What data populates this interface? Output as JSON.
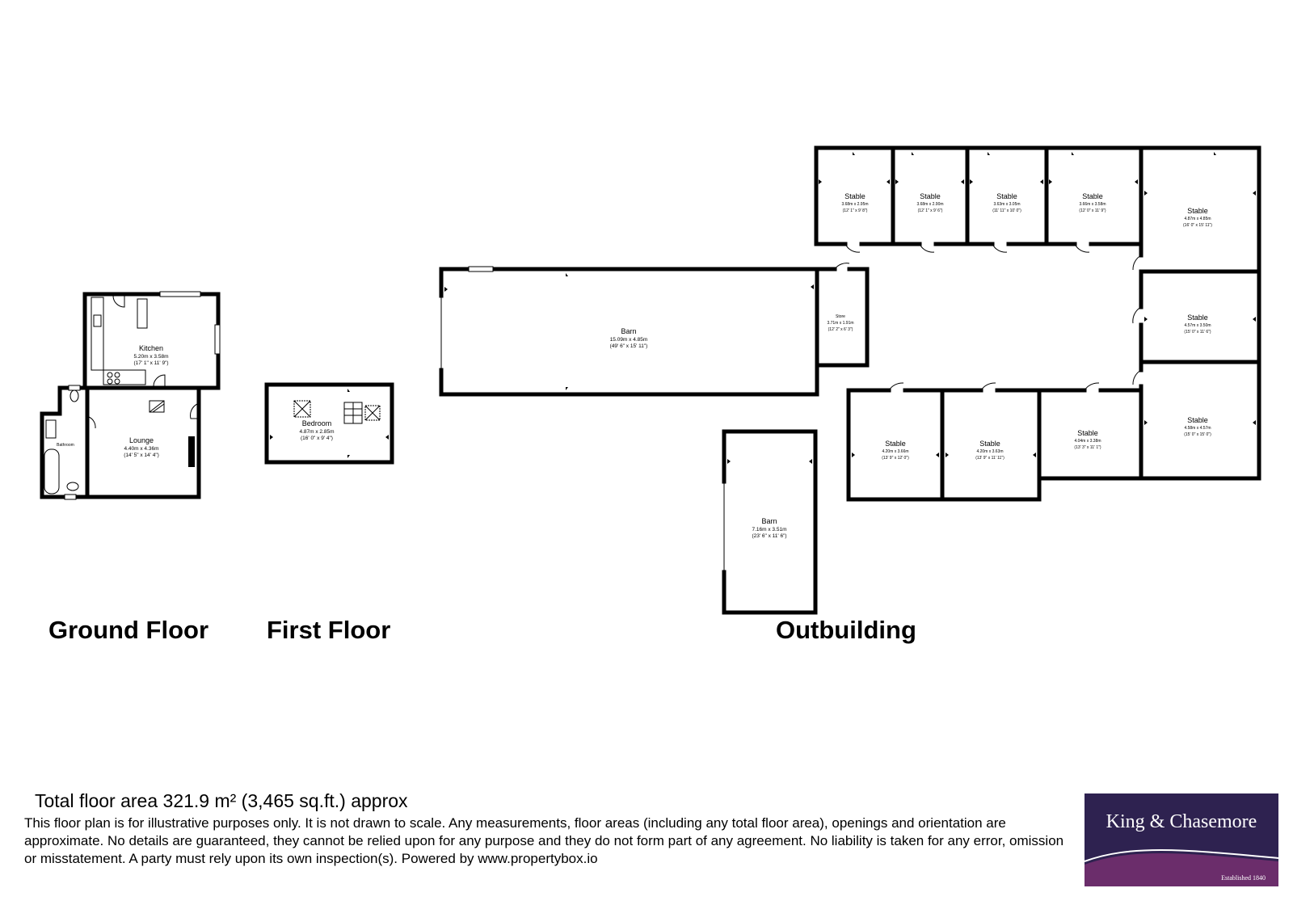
{
  "floors": {
    "ground": "Ground Floor",
    "first": "First Floor",
    "outbuilding": "Outbuilding"
  },
  "rooms": {
    "kitchen": {
      "name": "Kitchen",
      "metric": "5.20m x 3.58m",
      "imperial": "(17' 1\" x 11' 9\")"
    },
    "lounge": {
      "name": "Lounge",
      "metric": "4.40m x 4.36m",
      "imperial": "(14' 5\" x 14' 4\")"
    },
    "bathroom": {
      "name": "Bathroom"
    },
    "bedroom": {
      "name": "Bedroom",
      "metric": "4.87m x 2.85m",
      "imperial": "(16' 0\" x 9' 4\")"
    },
    "barn_main": {
      "name": "Barn",
      "metric": "15.09m x 4.85m",
      "imperial": "(49' 6\" x 15' 11\")"
    },
    "store": {
      "name": "Store",
      "metric": "3.71m x 1.91m",
      "imperial": "(12' 2\" x 6' 3\")"
    },
    "barn_small": {
      "name": "Barn",
      "metric": "7.16m x 3.51m",
      "imperial": "(23' 6\" x 11' 6\")"
    },
    "stable_t1": {
      "name": "Stable",
      "metric": "3.68m x 2.95m",
      "imperial": "(12' 1\" x 9' 8\")"
    },
    "stable_t2": {
      "name": "Stable",
      "metric": "3.68m x 2.90m",
      "imperial": "(12' 1\" x 9' 6\")"
    },
    "stable_t3": {
      "name": "Stable",
      "metric": "3.63m x 3.05m",
      "imperial": "(11' 11\" x 10' 0\")"
    },
    "stable_t4": {
      "name": "Stable",
      "metric": "3.66m x 3.58m",
      "imperial": "(12' 0\" x 11' 9\")"
    },
    "stable_r1": {
      "name": "Stable",
      "metric": "4.87m x 4.85m",
      "imperial": "(16' 0\" x 15' 11\")"
    },
    "stable_r2": {
      "name": "Stable",
      "metric": "4.57m x 3.50m",
      "imperial": "(15' 0\" x 11' 6\")"
    },
    "stable_r3": {
      "name": "Stable",
      "metric": "4.58m x 4.57m",
      "imperial": "(15' 0\" x 15' 0\")"
    },
    "stable_b1": {
      "name": "Stable",
      "metric": "4.20m x 3.66m",
      "imperial": "(13' 9\" x 12' 0\")"
    },
    "stable_b2": {
      "name": "Stable",
      "metric": "4.20m x 3.63m",
      "imperial": "(13' 9\" x 11' 11\")"
    },
    "stable_b3": {
      "name": "Stable",
      "metric": "4.04m x 3.38m",
      "imperial": "(13' 3\" x 11' 1\")"
    }
  },
  "footer": {
    "total": "Total floor area 321.9 m² (3,465 sq.ft.) approx",
    "disclaimer": "This floor plan is for illustrative purposes only. It is not drawn to scale. Any measurements, floor areas (including any total floor area), openings and orientation are approximate. No details are guaranteed, they cannot be relied upon for any purpose and they do not form part of any agreement. No liability is taken for any error, omission or misstatement. A party must rely upon its own inspection(s). Powered by www.propertybox.io"
  },
  "logo": {
    "name": "King & Chasemore",
    "established": "Established 1840",
    "colors": {
      "navy": "#2e2250",
      "purple": "#6b2d6b"
    }
  }
}
